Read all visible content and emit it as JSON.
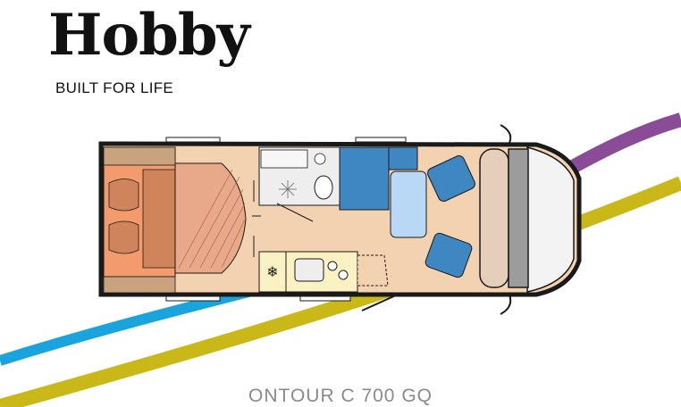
{
  "brand": {
    "name": "Hobby",
    "tagline": "BUILT FOR LIFE"
  },
  "model": "ONTOUR C 700 GQ",
  "icons": {
    "snowflake": "fridge-snowflake-icon",
    "shower": "shower-icon",
    "toilet": "toilet-icon",
    "sink": "sink-icon",
    "cooktop": "cooktop-icon",
    "seat": "swivel-seat-icon"
  },
  "colors": {
    "floor": "#f2d2b0",
    "bed": "#f39b6c",
    "bed_head": "#cf845c",
    "bench_blue": "#3e87c3",
    "table": "#b9d8f5",
    "kitchen": "#fbf2c4",
    "bathroom": "#eeeeee",
    "cab_gray": "#9c9c9c",
    "dash": "#e0e0e0",
    "stripe_blue": "#1aa4dd",
    "stripe_yellow": "#c9b818",
    "stripe_purple": "#8a4c96"
  }
}
